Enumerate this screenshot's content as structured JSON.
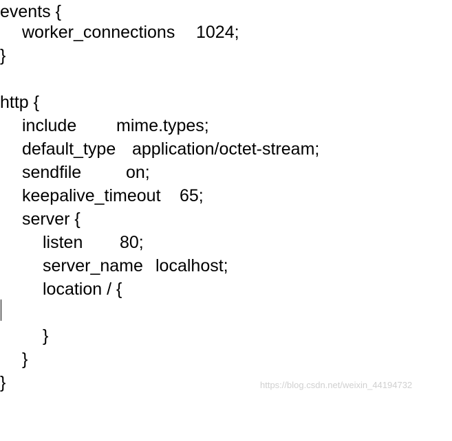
{
  "code": {
    "events_open": "events {",
    "worker_key": "worker_connections",
    "worker_value": "1024;",
    "events_close": "}",
    "http_open": "http {",
    "include_key": "include",
    "include_value": "mime.types;",
    "default_type_key": "default_type",
    "default_type_value": "application/octet-stream;",
    "sendfile_key": "sendfile",
    "sendfile_value": "on;",
    "keepalive_key": "keepalive_timeout",
    "keepalive_value": "65;",
    "server_open": "server {",
    "listen_key": "listen",
    "listen_value": "80;",
    "server_name_key": "server_name",
    "server_name_value": "localhost;",
    "location_open": "location / {",
    "location_close": "}",
    "server_close": "}",
    "http_close": "}"
  },
  "watermark": "https://blog.csdn.net/weixin_44194732"
}
